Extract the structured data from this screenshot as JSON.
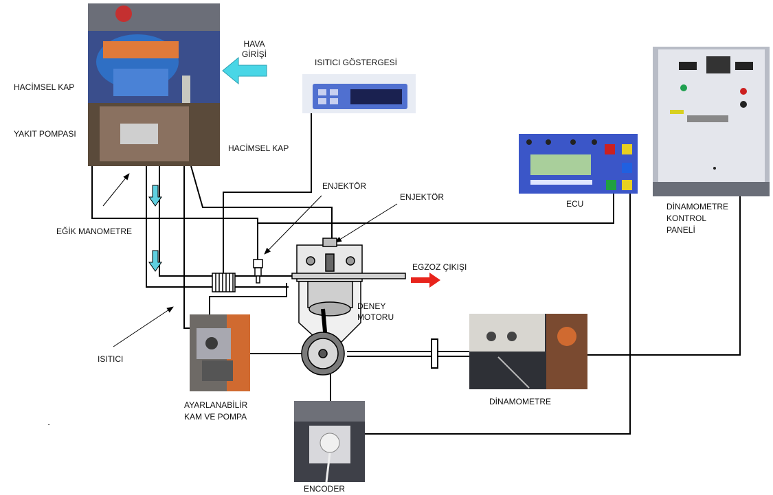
{
  "labels": {
    "hacimsel_kap_left": "HACİMSEL KAP",
    "yakit_pompasi": "YAKIT POMPASI",
    "hava_girisi_1": "HAVA",
    "hava_girisi_2": "GİRİŞİ",
    "isitici_gostergesi": "ISITICI GÖSTERGESİ",
    "hacimsel_kap_right": "HACİMSEL KAP",
    "egik_manometre": "EĞİK MANOMETRE",
    "enjektor_1": "ENJEKTÖR",
    "enjektor_2": "ENJEKTÖR",
    "ecu": "ECU",
    "dinamometre_panel_1": "DİNAMOMETRE",
    "dinamometre_panel_2": "KONTROL",
    "dinamometre_panel_3": "PANELİ",
    "egzoz_cikisi": "EGZOZ ÇIKIŞI",
    "deney_motoru_1": "DENEY",
    "deney_motoru_2": "MOTORU",
    "isitici": "ISITICI",
    "kam_pompa_1": "AYARLANABİLİR",
    "kam_pompa_2": "KAM VE POMPA",
    "dinamometre": "DİNAMOMETRE",
    "encoder": "ENCODER",
    "stray_mark": "¨"
  },
  "colors": {
    "line": "#000000",
    "air_arrow": "#49d6e6",
    "flow_arrow": "#5fd0e0",
    "exhaust_arrow": "#e8241c",
    "panel_bg": "#e4e6ec",
    "ecu_body": "#3b56c8",
    "ecu_screen": "#a9cf9b"
  }
}
